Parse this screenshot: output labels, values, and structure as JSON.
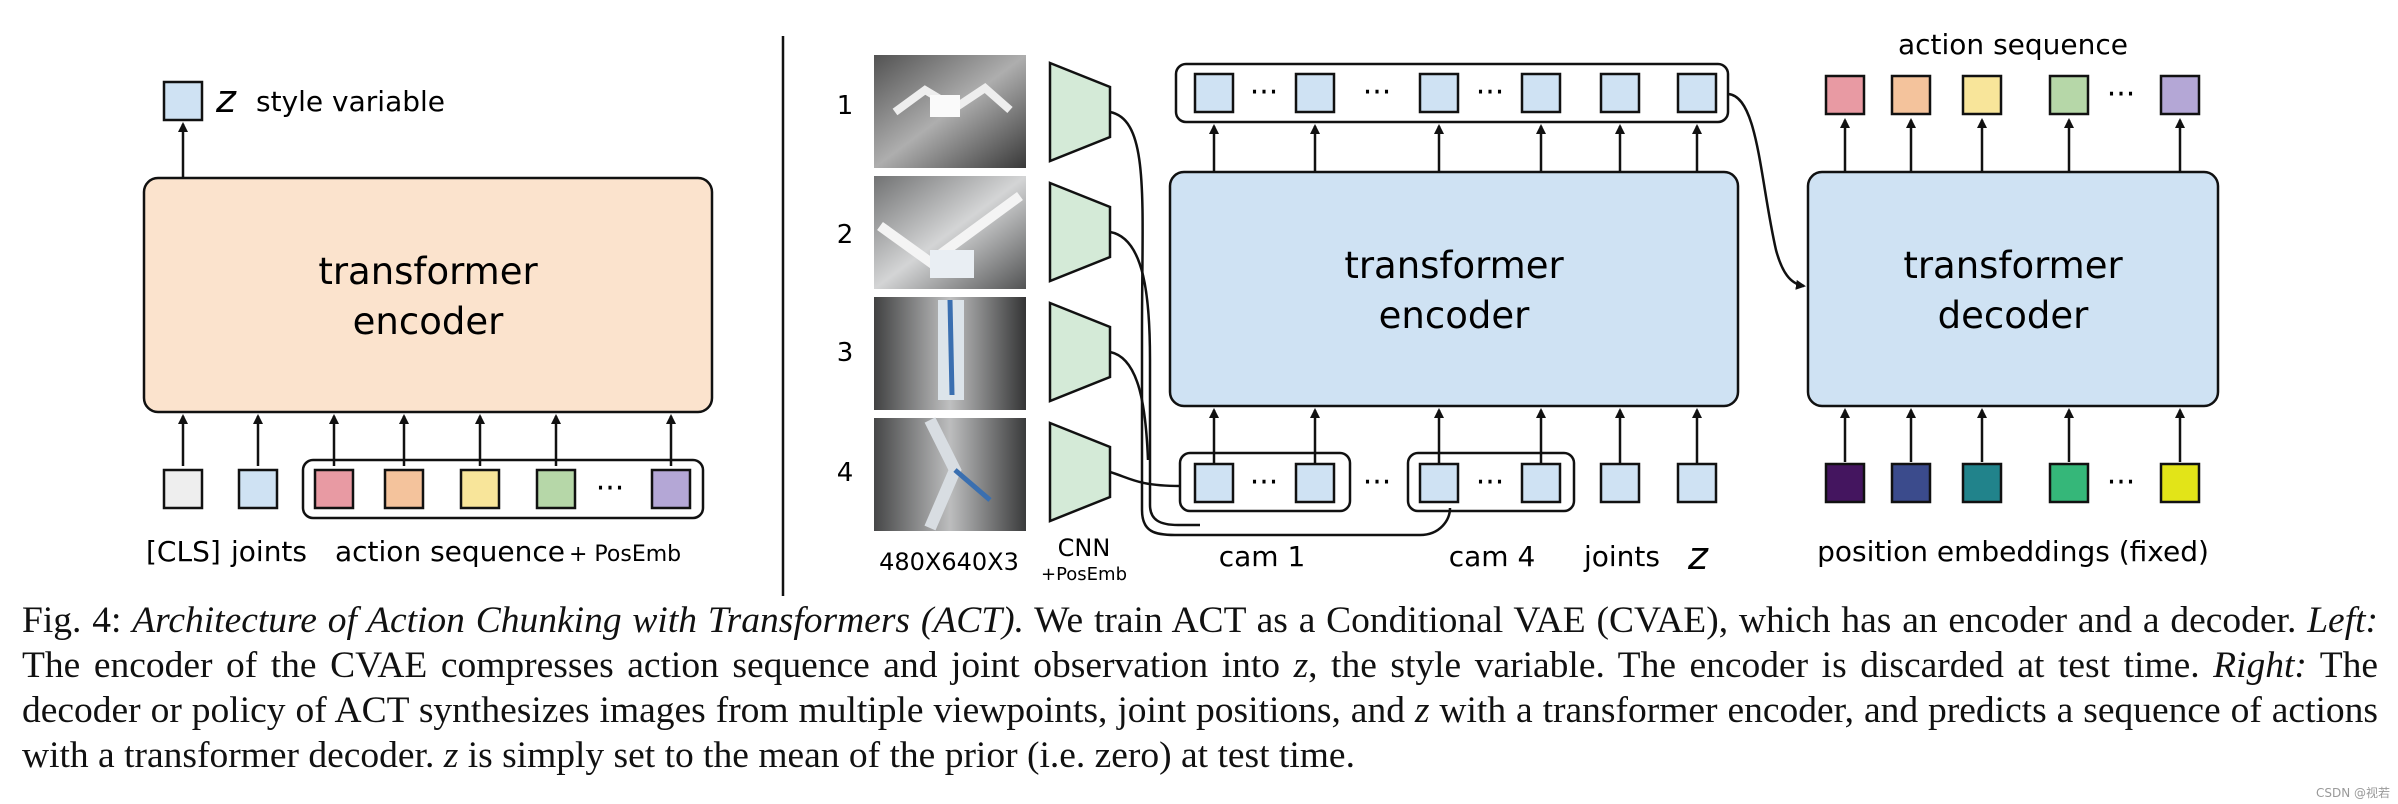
{
  "left": {
    "z_symbol": "z",
    "z_caption": "style variable",
    "encoder_title": [
      "transformer",
      "encoder"
    ],
    "cls_label": "[CLS]",
    "joints_label": "joints",
    "action_seq_label": "action sequence",
    "posemb_label": "+ PosEmb",
    "dots": "···"
  },
  "right": {
    "image_indices": [
      "1",
      "2",
      "3",
      "4"
    ],
    "image_size_label": "480X640X3",
    "cnn_label": "CNN",
    "cnn_posemb_label": "+PosEmb",
    "encoder_title": [
      "transformer",
      "encoder"
    ],
    "decoder_title": [
      "transformer",
      "decoder"
    ],
    "cam1_label": "cam 1",
    "cam4_label": "cam 4",
    "joints_label": "joints",
    "z_symbol": "z",
    "action_seq_label": "action sequence",
    "posemb_fixed_label": "position embeddings (fixed)",
    "dots": "···"
  },
  "colors": {
    "left_encoder_fill": "#fbe3cd",
    "right_block_fill": "#cfe2f3",
    "token_fill": "#cfe2f3",
    "cls_fill": "#eeeeee",
    "cnn_fill": "#d4ead7",
    "action_tokens": [
      "#e89aa3",
      "#f4c39c",
      "#f8e59a",
      "#b6d7a8",
      "#b4a7d6"
    ],
    "posemb_tokens": [
      "#44155f",
      "#3b4b8c",
      "#21838b",
      "#35b779",
      "#e2e418"
    ]
  },
  "caption": {
    "fig_label": "Fig. 4:",
    "title_italic": "Architecture of Action Chunking with Transformers (ACT).",
    "sentence1": " We train ACT as a Conditional VAE (CVAE), which has an encoder and a decoder. ",
    "left_label": "Left:",
    "left_text_1": " The encoder of the CVAE compresses action sequence and joint observation into ",
    "z1": "z",
    "left_text_2": ", the style variable. The encoder is discarded at test time. ",
    "right_label": "Right:",
    "right_text_1": " The decoder or policy of ACT synthesizes images from multiple viewpoints, joint positions, and ",
    "z2": "z",
    "right_text_2": " with a transformer encoder, and predicts a sequence of actions with a transformer decoder. ",
    "z3": "z",
    "right_text_3": " is simply set to the mean of the prior (i.e. zero) at test time."
  },
  "watermark": "CSDN @视若"
}
